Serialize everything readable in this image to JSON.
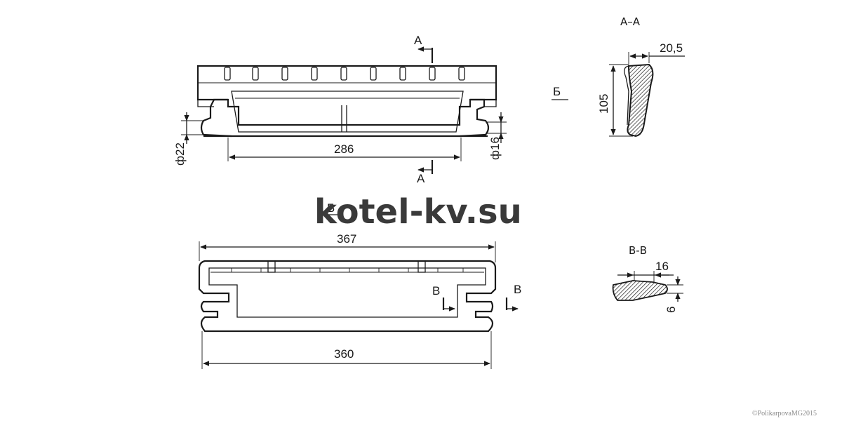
{
  "watermark": "kotel-kv.su",
  "copyright": "©PolikarpovaMG2015",
  "views": {
    "top": {
      "section_mark_top": "А",
      "section_mark_bottom": "А",
      "dim_length": "286",
      "dim_left_dia": "ф22",
      "dim_right_dia": "ф16"
    },
    "view_mark": "Б",
    "view_title": "Б",
    "bottom": {
      "dim_overall": "367",
      "dim_base": "360",
      "section_mark_left": "В",
      "section_mark_right": "В"
    },
    "section_aa": {
      "title": "А–А",
      "dim_width": "20,5",
      "dim_height": "105"
    },
    "section_bb": {
      "title": "В-В",
      "dim_width": "16",
      "dim_height": "6"
    }
  }
}
